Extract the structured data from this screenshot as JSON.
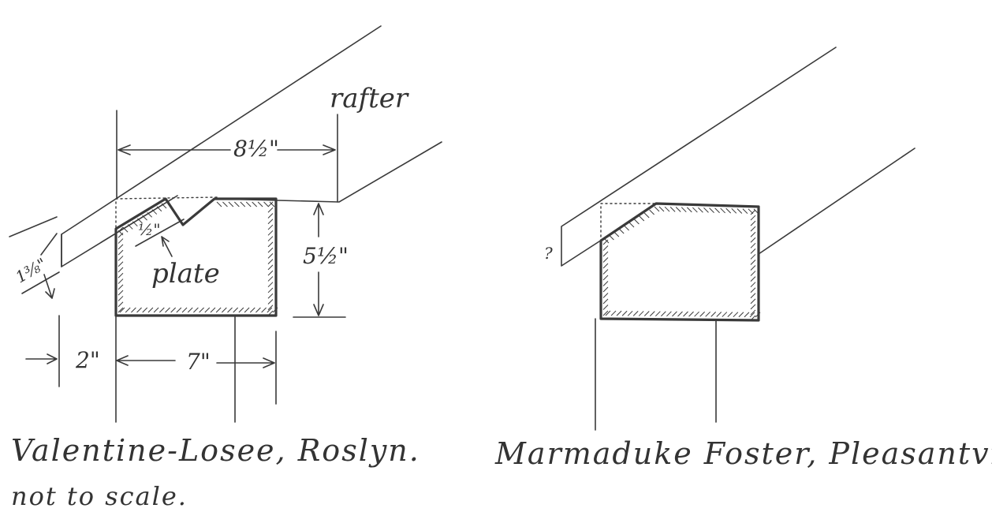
{
  "left_detail": {
    "label_rafter": "rafter",
    "label_plate": "plate",
    "dim_top": "8½\"",
    "dim_notch": "½\"",
    "dim_right": "5½\"",
    "dim_left": "1⅜\"",
    "dim_bottom_left": "2\"",
    "dim_bottom": "7\""
  },
  "right_detail": {
    "mark_unknown": "?"
  },
  "captions": {
    "left": "Valentine-Losee, Roslyn.",
    "left_note": "not to scale.",
    "right": "Marmaduke Foster, Pleasantville"
  }
}
